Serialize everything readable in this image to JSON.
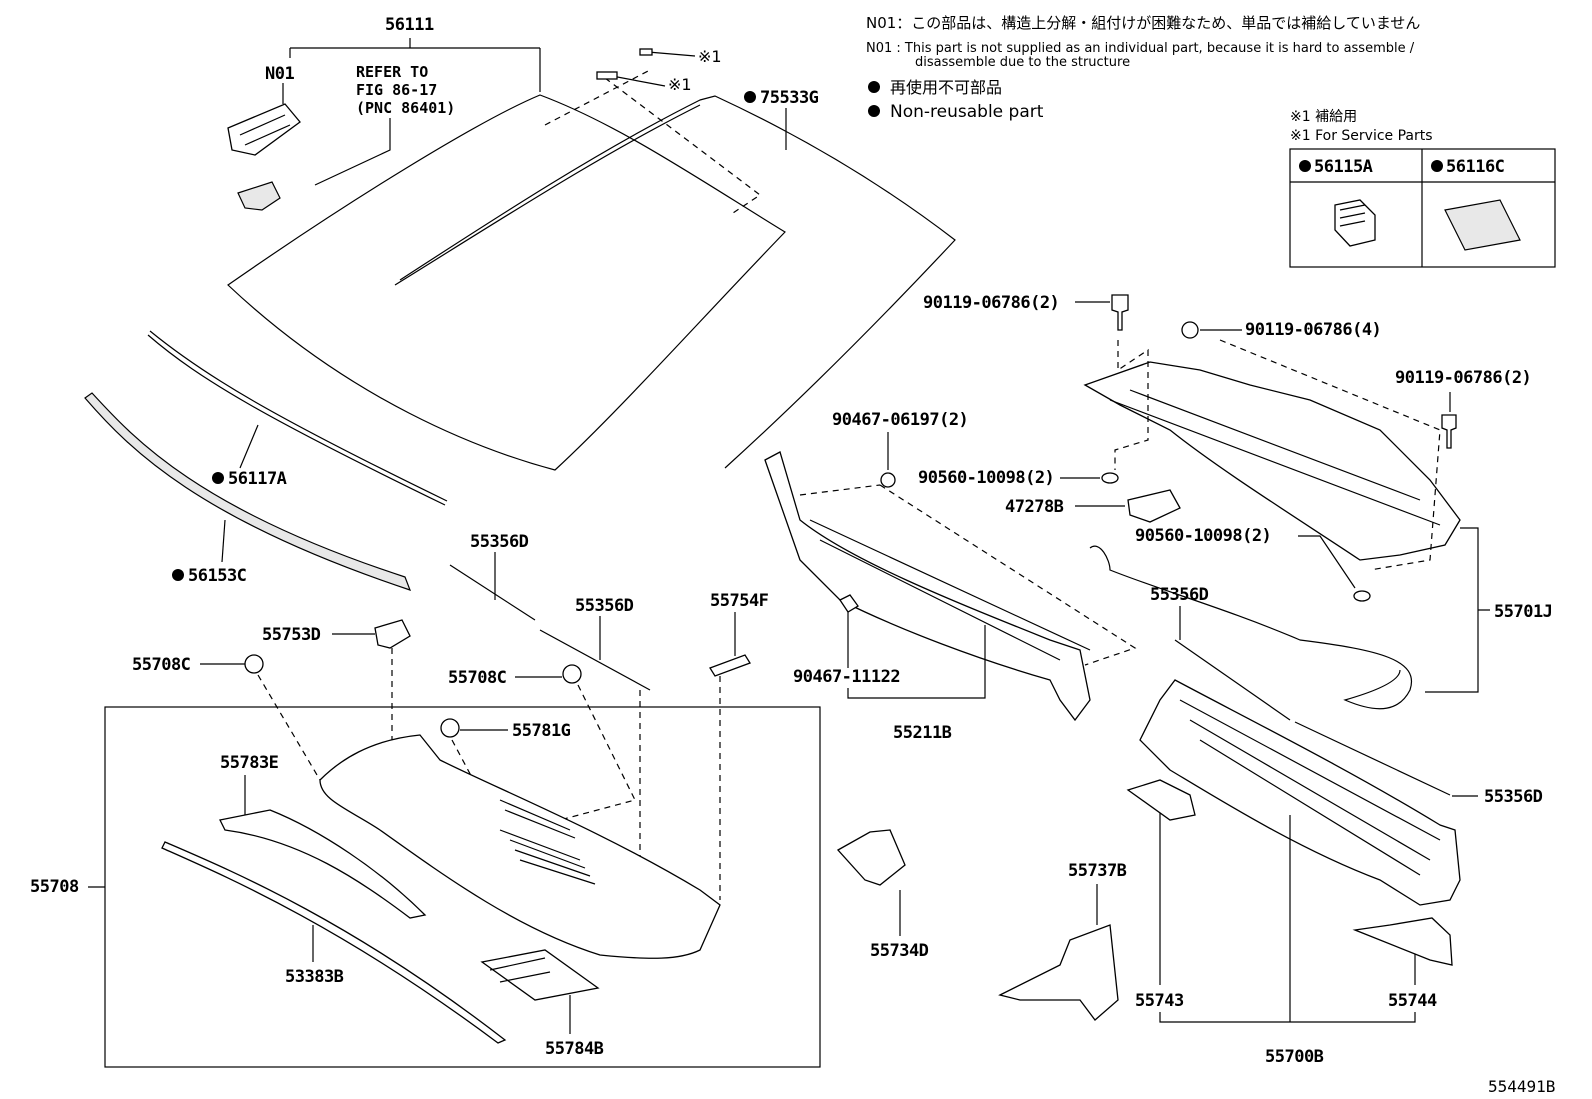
{
  "notes": {
    "n01_jp": "N01：この部品は、構造上分解・組付けが困難なため、単品では補給していません",
    "n01_en_1": "N01 : This part is not supplied as an individual part, because it is hard to assemble /",
    "n01_en_2": "disassemble due to the structure",
    "nonreusable_jp": "再使用不可部品",
    "nonreusable_en": "Non-reusable part"
  },
  "service_box": {
    "title_jp": "※1 補給用",
    "title_en": "※1 For Service Parts",
    "col1": "56115A",
    "col2": "56116C"
  },
  "refer": {
    "line1": "REFER TO",
    "line2": "FIG 86-17",
    "line3": "(PNC 86401)"
  },
  "labels": {
    "p56111": "56111",
    "n01": "N01",
    "star1a": "※1",
    "star1b": "※1",
    "p75533G": "75533G",
    "p56117A": "56117A",
    "p56153C": "56153C",
    "p55356D_1": "55356D",
    "p55356D_2": "55356D",
    "p55356D_3": "55356D",
    "p55356D_4": "55356D",
    "p55754F": "55754F",
    "p55753D": "55753D",
    "p55708C_1": "55708C",
    "p55708C_2": "55708C",
    "p55781G": "55781G",
    "p55783E": "55783E",
    "p55708": "55708",
    "p53383B": "53383B",
    "p55784B": "55784B",
    "p90119_a": "90119-06786(2)",
    "p90119_b": "90119-06786(4)",
    "p90119_c": "90119-06786(2)",
    "p90467_a": "90467-06197(2)",
    "p90560_a": "90560-10098(2)",
    "p47278B": "47278B",
    "p90560_b": "90560-10098(2)",
    "p55701J": "55701J",
    "p90467_b": "90467-11122",
    "p55211B": "55211B",
    "p55734D": "55734D",
    "p55737B": "55737B",
    "p55743": "55743",
    "p55744": "55744",
    "p55700B": "55700B",
    "figure_id": "554491B"
  }
}
